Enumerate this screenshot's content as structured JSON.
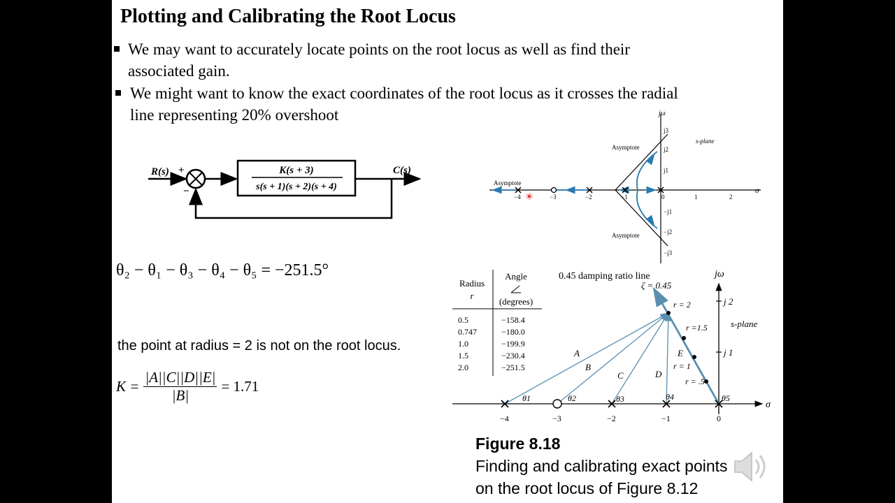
{
  "slide": {
    "title": "Plotting and Calibrating the Root Locus",
    "bullets": [
      {
        "line1": "We may want to accurately locate points on the root locus as well as find their",
        "line2": "associated gain."
      },
      {
        "line1": "We might want to know the exact coordinates of the root locus as it crosses the radial",
        "line2": "line representing 20% overshoot"
      }
    ],
    "block_diagram": {
      "input": "R(s)",
      "output": "C(s)",
      "plus": "+",
      "minus": "−",
      "numerator": "K(s + 3)",
      "denominator": "s(s + 1)(s + 2)(s + 4)"
    },
    "angle_equation": "θ₂ − θ₁ − θ₃ − θ₄ − θ₅ = −251.5°",
    "note": "the point at radius = 2 is not on the root locus.",
    "gain_equation": {
      "lhs": "K =",
      "numerator": "|A||C||D||E|",
      "denominator": "|B|",
      "rhs": "= 1.71"
    },
    "figure": {
      "number": "Figure 8.18",
      "line1": "Finding and calibrating exact points",
      "line2": "on the root locus of Figure 8.12"
    },
    "top_plot": {
      "jw": "jω",
      "sigma": "σ",
      "plane": "s-plane",
      "asymptote": "Asymptote",
      "x_ticks": [
        "−4",
        "−3",
        "−2",
        "−1",
        "0",
        "1",
        "2"
      ],
      "y_ticks_pos": [
        "j3",
        "j2",
        "j1"
      ],
      "y_ticks_neg": [
        "−j1",
        "−j2",
        "−j3"
      ]
    },
    "table": {
      "headers": [
        "Radius",
        "r",
        "Angle",
        "(degrees)"
      ],
      "rows": [
        [
          "0.5",
          "−158.4"
        ],
        [
          "0.747",
          "−180.0"
        ],
        [
          "1.0",
          "−199.9"
        ],
        [
          "1.5",
          "−230.4"
        ],
        [
          "2.0",
          "−251.5"
        ]
      ]
    },
    "bottom_plot": {
      "damping_line": "0.45 damping ratio line",
      "zeta": "ζ = 0.45",
      "jw": "jω",
      "sigma": "σ",
      "plane": "s-plane",
      "j2": "j 2",
      "j1": "j 1",
      "radii": [
        "r = 2",
        "r =1.5",
        "r = 1",
        "r = .5"
      ],
      "vectors": [
        "A",
        "B",
        "C",
        "D",
        "E"
      ],
      "thetas": [
        "θ1",
        "θ2",
        "θ3",
        "θ4",
        "θ5"
      ],
      "x_ticks": [
        "−4",
        "−3",
        "−2",
        "−1",
        "0"
      ]
    }
  }
}
